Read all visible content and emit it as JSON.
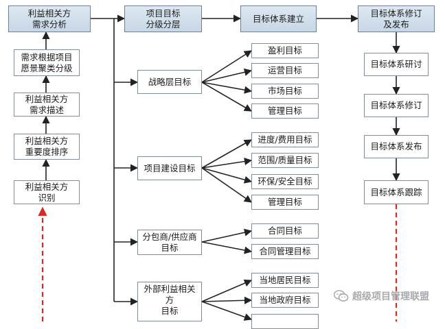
{
  "diagram": {
    "stakeholder_column": {
      "analysis": "利益相关方\n需求分析",
      "clustering": "需求根据项目\n愿景聚类分级",
      "description": "利益相关方\n需求描述",
      "ranking": "利益相关方\n重要度排序",
      "identification": "利益相关方\n识别"
    },
    "hierarchy": {
      "header": "项目目标\n分级分层",
      "groups": [
        {
          "label": "战略层目标",
          "items": [
            "盈利目标",
            "运营目标",
            "市场目标",
            "管理目标"
          ]
        },
        {
          "label": "项目建设目标",
          "items": [
            "进度/费用目标",
            "范围/质量目标",
            "环保/安全目标",
            "管理目标"
          ]
        },
        {
          "label": "分包商/供应商\n目标",
          "items": [
            "合同目标",
            "合同管理目标"
          ]
        },
        {
          "label": "外部利益相关\n方\n目标",
          "items": [
            "当地居民目标",
            "当地政府目标"
          ]
        }
      ]
    },
    "system_establish": "目标体系建立",
    "release_column": {
      "header": "目标体系修订\n及发布",
      "steps": [
        "目标体系研讨",
        "目标体系修订",
        "目标体系发布",
        "目标体系跟踪"
      ]
    }
  },
  "watermark": {
    "text": "超级项目管理联盟",
    "icon": "wechat-icon"
  }
}
